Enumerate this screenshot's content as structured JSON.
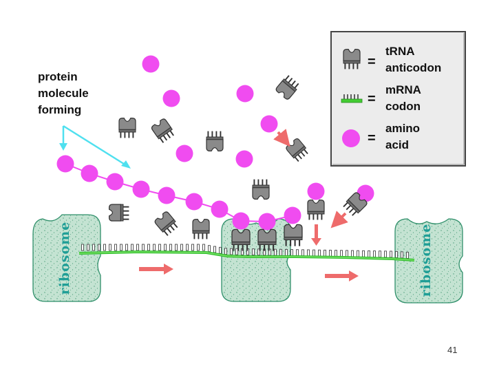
{
  "caption": {
    "lines": [
      "protein",
      "molecule",
      "forming"
    ]
  },
  "legend": {
    "equals": "=",
    "items": [
      {
        "icon": "trna-icon",
        "lines": [
          "tRNA",
          "anticodon"
        ]
      },
      {
        "icon": "mrna-icon",
        "lines": [
          "mRNA",
          "codon"
        ]
      },
      {
        "icon": "amino-acid-icon",
        "lines": [
          "amino",
          "acid"
        ]
      }
    ]
  },
  "ribosome_label": "ribosome",
  "page_number": "41",
  "colors": {
    "amino_acid": "#f04cf0",
    "trna": "#8a8a8a",
    "mrna_line": "#44cc33",
    "ribosome": "#c4e3d2",
    "ribosome_text": "#1f9e96",
    "arrow": "#ee6b6b",
    "pointer": "#4fe0ef"
  }
}
